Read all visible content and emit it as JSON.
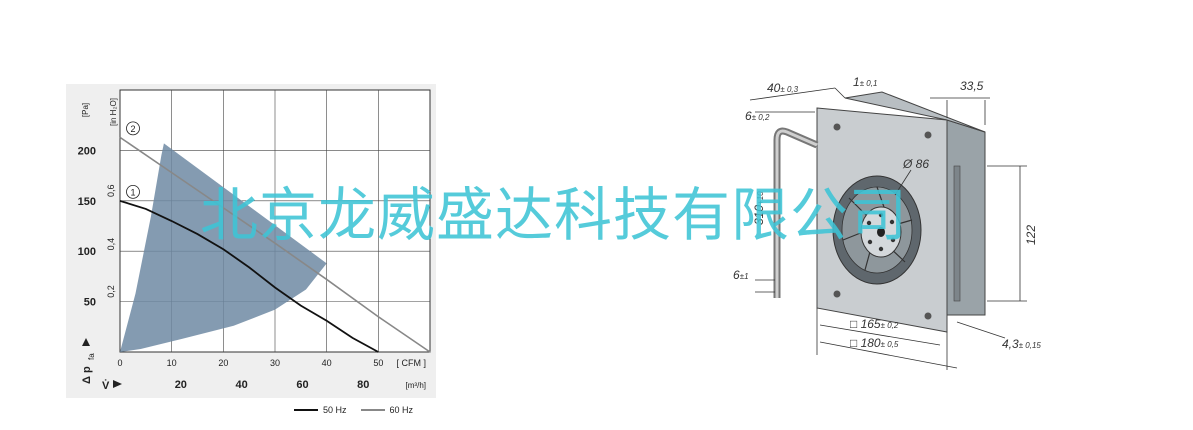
{
  "chart_data": {
    "type": "line",
    "y_primary": {
      "ticks": [
        50,
        100,
        150,
        200
      ],
      "unit": "[Pa]",
      "ylim": [
        0,
        260
      ]
    },
    "y_secondary": {
      "ticks": [
        "0,2",
        "0,4",
        "0,6"
      ],
      "unit": "[in H₂O]"
    },
    "x_primary": {
      "ticks": [
        0,
        10,
        20,
        30,
        40,
        50
      ],
      "unit": "[ CFM ]",
      "xlim": [
        0,
        60
      ]
    },
    "x_secondary": {
      "ticks": [
        20,
        40,
        60,
        80
      ],
      "unit": "[m³/h]"
    },
    "y_axis_label": "Δ p",
    "y_axis_sub": "fa",
    "x_axis_label": "V̇",
    "grid": true,
    "series": [
      {
        "marker": "1",
        "name": "50 Hz",
        "color": "#111111",
        "x": [
          0,
          5,
          10,
          15,
          20,
          25,
          30,
          35,
          40,
          45,
          50
        ],
        "y": [
          150,
          142,
          130,
          117,
          102,
          84,
          64,
          46,
          31,
          14,
          0
        ]
      },
      {
        "marker": "2",
        "name": "60 Hz",
        "color": "#888888",
        "x": [
          0,
          10,
          20,
          30,
          40,
          50,
          60
        ],
        "y": [
          213,
          178,
          143,
          108,
          72,
          35,
          0
        ]
      }
    ],
    "operating_region": {
      "color": "#6f8aa3",
      "x": [
        0,
        3,
        6,
        8,
        8.5,
        40,
        36,
        30,
        22,
        12,
        4,
        0
      ],
      "y": [
        0,
        58,
        135,
        195,
        207,
        88,
        62,
        42,
        26,
        13,
        3,
        0
      ]
    },
    "legend": {
      "placement": "bottom-right"
    }
  },
  "watermark": "北京龙威盛达科技有限公司",
  "drawing": {
    "dims": {
      "d40": "40",
      "d40_tol": "± 0,3",
      "d1": "1",
      "d1_tol": "± 0,1",
      "d33": "33,5",
      "d6a": "6",
      "d6a_tol": "± 0,2",
      "d86": "Ø 86",
      "d310": "310",
      "d310_tol": "+10",
      "d122": "122",
      "d6b": "6",
      "d6b_tol": "±1",
      "d165": "□ 165",
      "d165_tol": "± 0,2",
      "d180": "□ 180",
      "d180_tol": "± 0,5",
      "d43": "4,3",
      "d43_tol": "± 0,15"
    }
  }
}
